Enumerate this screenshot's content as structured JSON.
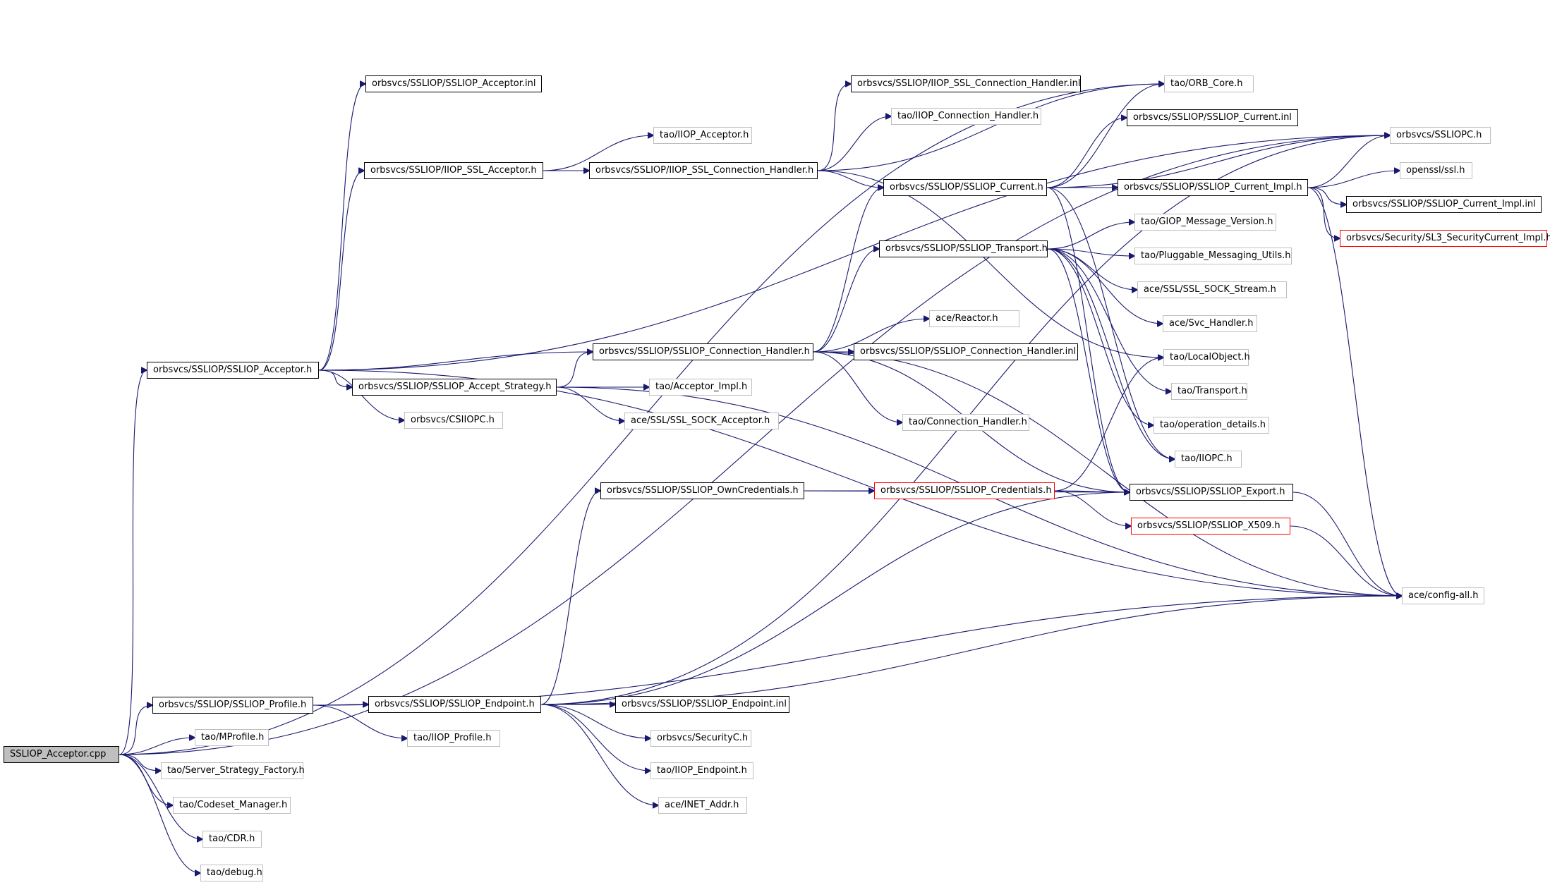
{
  "graph": {
    "colors": {
      "edge": "#191970",
      "root_fill": "#bfbfbf",
      "local_border": "#000000",
      "external_border": "#bfbfbf",
      "truncated_border": "#ff0000"
    },
    "nodes": [
      {
        "id": "root",
        "label": "SSLIOP_Acceptor.cpp",
        "kind": "root"
      },
      {
        "id": "acc_h",
        "label": "orbsvcs/SSLIOP/SSLIOP_Acceptor.h",
        "kind": "local"
      },
      {
        "id": "prof_h",
        "label": "orbsvcs/SSLIOP/SSLIOP_Profile.h",
        "kind": "local"
      },
      {
        "id": "mprof",
        "label": "tao/MProfile.h",
        "kind": "ext"
      },
      {
        "id": "ssf",
        "label": "tao/Server_Strategy_Factory.h",
        "kind": "ext"
      },
      {
        "id": "codeset",
        "label": "tao/Codeset_Manager.h",
        "kind": "ext"
      },
      {
        "id": "cdr",
        "label": "tao/CDR.h",
        "kind": "ext"
      },
      {
        "id": "debug",
        "label": "tao/debug.h",
        "kind": "ext"
      },
      {
        "id": "acc_inl",
        "label": "orbsvcs/SSLIOP/SSLIOP_Acceptor.inl",
        "kind": "local"
      },
      {
        "id": "iiop_ssl_acc",
        "label": "orbsvcs/SSLIOP/IIOP_SSL_Acceptor.h",
        "kind": "local"
      },
      {
        "id": "conn_h",
        "label": "orbsvcs/SSLIOP/SSLIOP_Connection_Handler.h",
        "kind": "local"
      },
      {
        "id": "acc_strat",
        "label": "orbsvcs/SSLIOP/SSLIOP_Accept_Strategy.h",
        "kind": "local"
      },
      {
        "id": "csiiopc",
        "label": "orbsvcs/CSIIOPC.h",
        "kind": "ext"
      },
      {
        "id": "iiop_acc",
        "label": "tao/IIOP_Acceptor.h",
        "kind": "ext"
      },
      {
        "id": "iiop_ssl_conn",
        "label": "orbsvcs/SSLIOP/IIOP_SSL_Connection_Handler.h",
        "kind": "local"
      },
      {
        "id": "iiop_ssl_conn_inl",
        "label": "orbsvcs/SSLIOP/IIOP_SSL_Connection_Handler.inl",
        "kind": "local"
      },
      {
        "id": "iiop_conn",
        "label": "tao/IIOP_Connection_Handler.h",
        "kind": "ext"
      },
      {
        "id": "orb_core",
        "label": "tao/ORB_Core.h",
        "kind": "ext"
      },
      {
        "id": "current_h",
        "label": "orbsvcs/SSLIOP/SSLIOP_Current.h",
        "kind": "local"
      },
      {
        "id": "current_inl",
        "label": "orbsvcs/SSLIOP/SSLIOP_Current.inl",
        "kind": "local"
      },
      {
        "id": "current_impl",
        "label": "orbsvcs/SSLIOP/SSLIOP_Current_Impl.h",
        "kind": "local"
      },
      {
        "id": "current_impl_inl",
        "label": "orbsvcs/SSLIOP/SSLIOP_Current_Impl.inl",
        "kind": "local"
      },
      {
        "id": "sl3",
        "label": "orbsvcs/Security/SL3_SecurityCurrent_Impl.h",
        "kind": "trunc"
      },
      {
        "id": "ssliopc",
        "label": "orbsvcs/SSLIOPC.h",
        "kind": "ext"
      },
      {
        "id": "openssl",
        "label": "openssl/ssl.h",
        "kind": "ext"
      },
      {
        "id": "transport_h",
        "label": "orbsvcs/SSLIOP/SSLIOP_Transport.h",
        "kind": "local"
      },
      {
        "id": "giop",
        "label": "tao/GIOP_Message_Version.h",
        "kind": "ext"
      },
      {
        "id": "pluggable",
        "label": "tao/Pluggable_Messaging_Utils.h",
        "kind": "ext"
      },
      {
        "id": "ssl_stream",
        "label": "ace/SSL/SSL_SOCK_Stream.h",
        "kind": "ext"
      },
      {
        "id": "svc_handler",
        "label": "ace/Svc_Handler.h",
        "kind": "ext"
      },
      {
        "id": "localobj",
        "label": "tao/LocalObject.h",
        "kind": "ext"
      },
      {
        "id": "transport",
        "label": "tao/Transport.h",
        "kind": "ext"
      },
      {
        "id": "opdetails",
        "label": "tao/operation_details.h",
        "kind": "ext"
      },
      {
        "id": "iiopc",
        "label": "tao/IIOPC.h",
        "kind": "ext"
      },
      {
        "id": "reactor",
        "label": "ace/Reactor.h",
        "kind": "ext"
      },
      {
        "id": "conn_inl",
        "label": "orbsvcs/SSLIOP/SSLIOP_Connection_Handler.inl",
        "kind": "local"
      },
      {
        "id": "acc_impl",
        "label": "tao/Acceptor_Impl.h",
        "kind": "ext"
      },
      {
        "id": "ssl_acc",
        "label": "ace/SSL/SSL_SOCK_Acceptor.h",
        "kind": "ext"
      },
      {
        "id": "tao_conn",
        "label": "tao/Connection_Handler.h",
        "kind": "ext"
      },
      {
        "id": "owncred",
        "label": "orbsvcs/SSLIOP/SSLIOP_OwnCredentials.h",
        "kind": "local"
      },
      {
        "id": "cred",
        "label": "orbsvcs/SSLIOP/SSLIOP_Credentials.h",
        "kind": "trunc"
      },
      {
        "id": "export",
        "label": "orbsvcs/SSLIOP/SSLIOP_Export.h",
        "kind": "local"
      },
      {
        "id": "x509",
        "label": "orbsvcs/SSLIOP/SSLIOP_X509.h",
        "kind": "trunc"
      },
      {
        "id": "config",
        "label": "ace/config-all.h",
        "kind": "ext"
      },
      {
        "id": "endpoint_h",
        "label": "orbsvcs/SSLIOP/SSLIOP_Endpoint.h",
        "kind": "local"
      },
      {
        "id": "iiop_prof",
        "label": "tao/IIOP_Profile.h",
        "kind": "ext"
      },
      {
        "id": "endpoint_inl",
        "label": "orbsvcs/SSLIOP/SSLIOP_Endpoint.inl",
        "kind": "local"
      },
      {
        "id": "securityc",
        "label": "orbsvcs/SecurityC.h",
        "kind": "ext"
      },
      {
        "id": "iiop_endpoint",
        "label": "tao/IIOP_Endpoint.h",
        "kind": "ext"
      },
      {
        "id": "inet",
        "label": "ace/INET_Addr.h",
        "kind": "ext"
      }
    ],
    "edges": [
      [
        "root",
        "acc_h"
      ],
      [
        "root",
        "prof_h"
      ],
      [
        "root",
        "mprof"
      ],
      [
        "root",
        "ssf"
      ],
      [
        "root",
        "codeset"
      ],
      [
        "root",
        "cdr"
      ],
      [
        "root",
        "debug"
      ],
      [
        "root",
        "orb_core"
      ],
      [
        "root",
        "ssliopc"
      ],
      [
        "acc_h",
        "acc_inl"
      ],
      [
        "acc_h",
        "iiop_ssl_acc"
      ],
      [
        "acc_h",
        "conn_h"
      ],
      [
        "acc_h",
        "acc_strat"
      ],
      [
        "acc_h",
        "csiiopc"
      ],
      [
        "acc_h",
        "ssliopc"
      ],
      [
        "acc_h",
        "config"
      ],
      [
        "iiop_ssl_acc",
        "iiop_acc"
      ],
      [
        "iiop_ssl_acc",
        "iiop_ssl_conn"
      ],
      [
        "iiop_ssl_conn",
        "iiop_ssl_conn_inl"
      ],
      [
        "iiop_ssl_conn",
        "iiop_conn"
      ],
      [
        "iiop_ssl_conn",
        "orb_core"
      ],
      [
        "iiop_ssl_conn",
        "current_h"
      ],
      [
        "iiop_ssl_conn",
        "localobj"
      ],
      [
        "current_h",
        "current_inl"
      ],
      [
        "current_h",
        "current_impl"
      ],
      [
        "current_h",
        "ssliopc"
      ],
      [
        "current_h",
        "orb_core"
      ],
      [
        "current_h",
        "export"
      ],
      [
        "current_h",
        "iiopc"
      ],
      [
        "current_impl",
        "ssliopc"
      ],
      [
        "current_impl",
        "openssl"
      ],
      [
        "current_impl",
        "current_impl_inl"
      ],
      [
        "current_impl",
        "sl3"
      ],
      [
        "current_impl",
        "config"
      ],
      [
        "conn_h",
        "current_h"
      ],
      [
        "conn_h",
        "transport_h"
      ],
      [
        "conn_h",
        "reactor"
      ],
      [
        "conn_h",
        "conn_inl"
      ],
      [
        "conn_h",
        "tao_conn"
      ],
      [
        "conn_h",
        "export"
      ],
      [
        "conn_h",
        "config"
      ],
      [
        "transport_h",
        "giop"
      ],
      [
        "transport_h",
        "pluggable"
      ],
      [
        "transport_h",
        "ssl_stream"
      ],
      [
        "transport_h",
        "svc_handler"
      ],
      [
        "transport_h",
        "transport"
      ],
      [
        "transport_h",
        "opdetails"
      ],
      [
        "transport_h",
        "iiopc"
      ],
      [
        "transport_h",
        "export"
      ],
      [
        "acc_strat",
        "conn_h"
      ],
      [
        "acc_strat",
        "acc_impl"
      ],
      [
        "acc_strat",
        "ssl_acc"
      ],
      [
        "acc_strat",
        "config"
      ],
      [
        "owncred",
        "cred"
      ],
      [
        "owncred",
        "export"
      ],
      [
        "cred",
        "export"
      ],
      [
        "cred",
        "x509"
      ],
      [
        "cred",
        "localobj"
      ],
      [
        "export",
        "config"
      ],
      [
        "x509",
        "config"
      ],
      [
        "prof_h",
        "endpoint_h"
      ],
      [
        "prof_h",
        "iiop_prof"
      ],
      [
        "prof_h",
        "config"
      ],
      [
        "endpoint_h",
        "endpoint_inl"
      ],
      [
        "endpoint_h",
        "securityc"
      ],
      [
        "endpoint_h",
        "iiop_endpoint"
      ],
      [
        "endpoint_h",
        "inet"
      ],
      [
        "endpoint_h",
        "owncred"
      ],
      [
        "endpoint_h",
        "export"
      ],
      [
        "endpoint_h",
        "ssliopc"
      ],
      [
        "endpoint_h",
        "config"
      ]
    ]
  }
}
